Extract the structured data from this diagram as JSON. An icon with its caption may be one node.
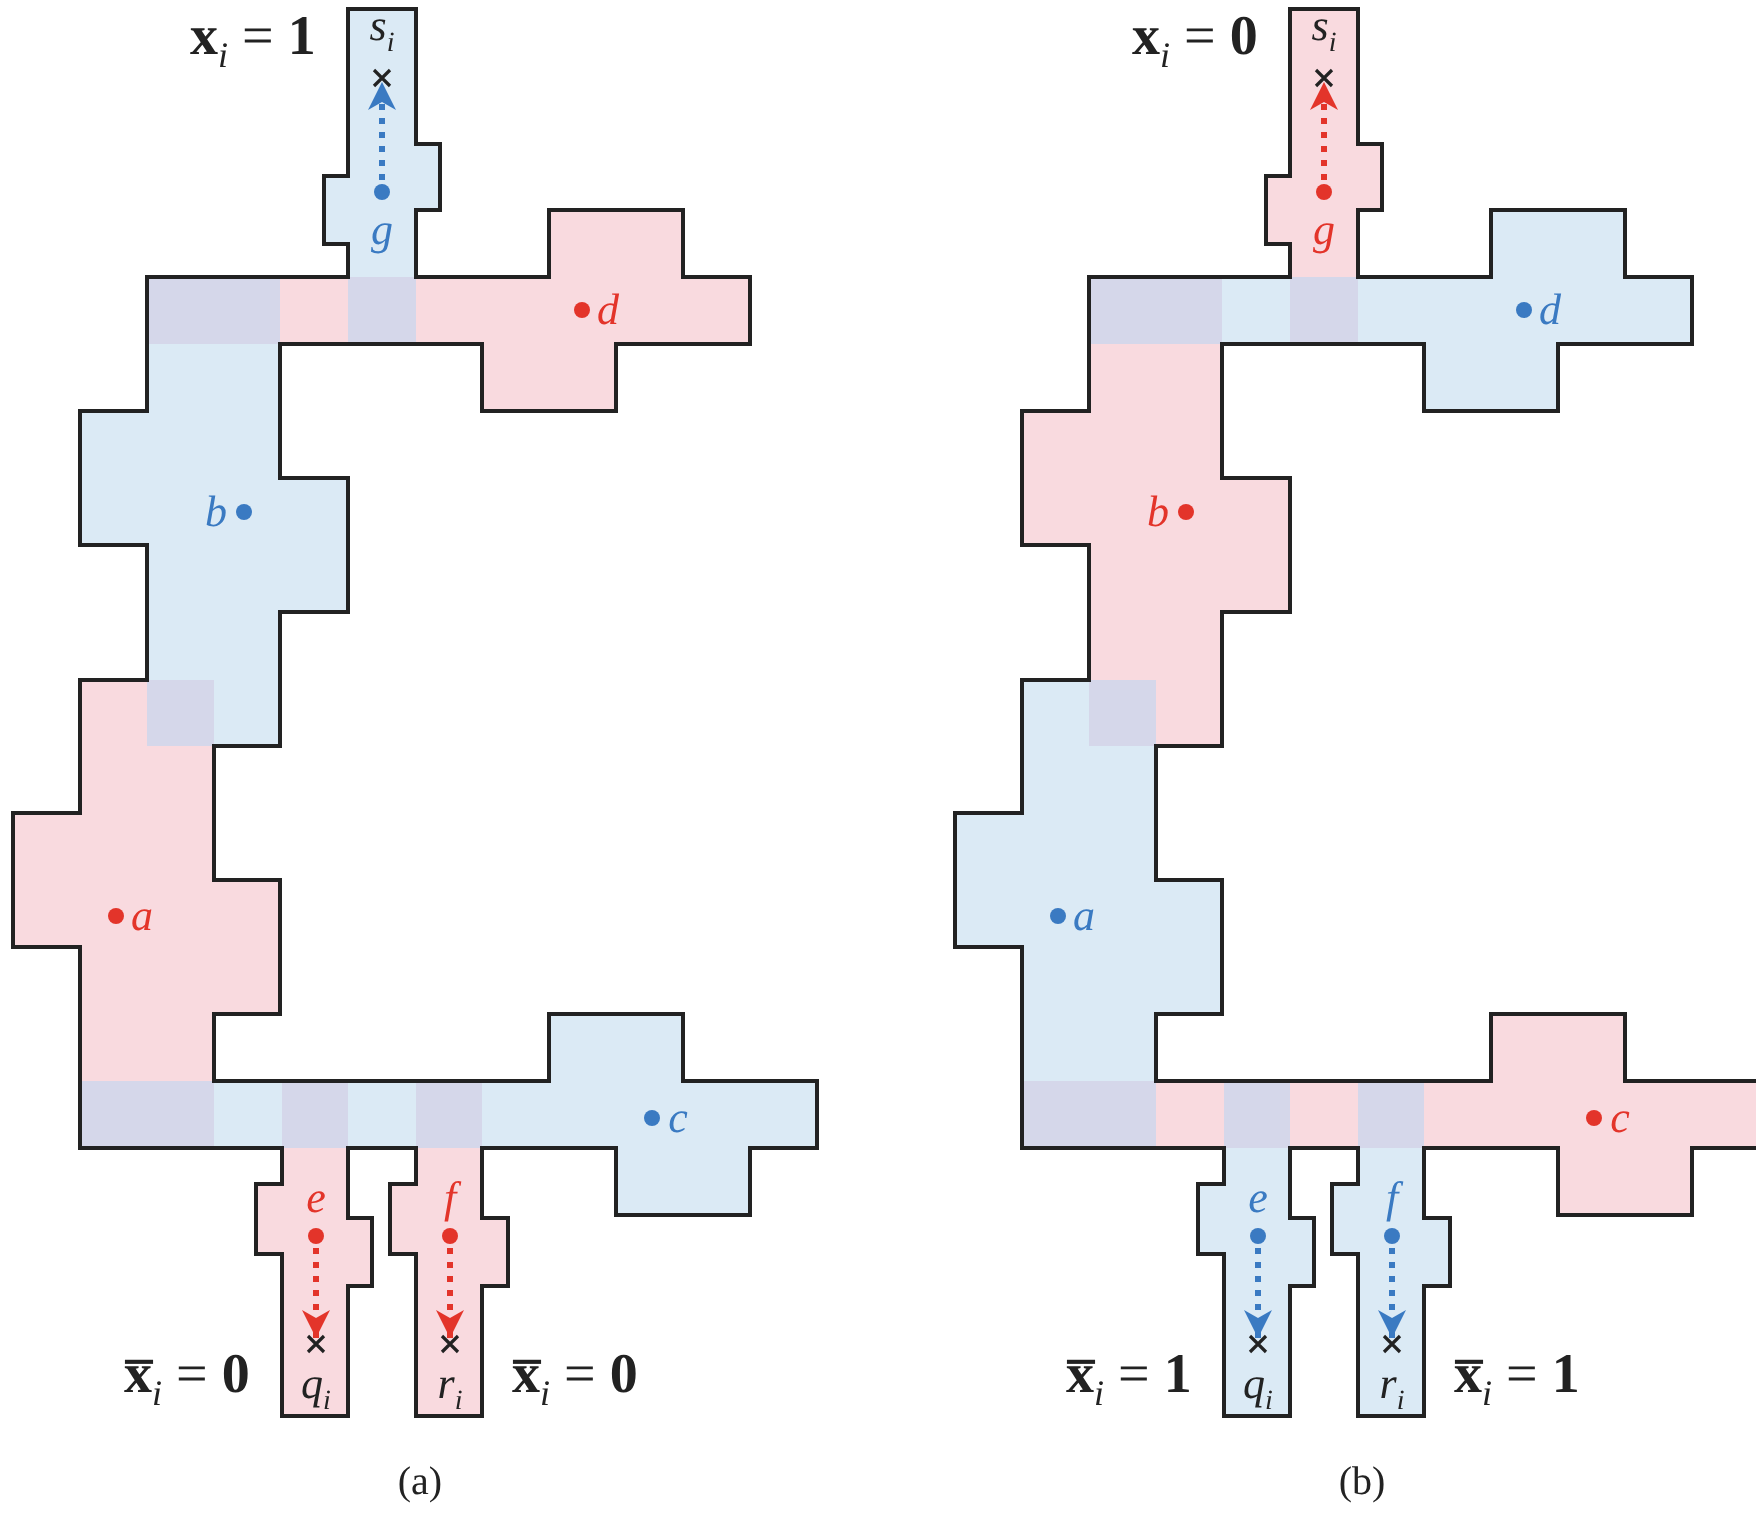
{
  "diagram": {
    "nodes": [
      {
        "text": [
          "s$_{i}$"
        ]
      },
      {
        "text": [
          "g"
        ]
      },
      {
        "text": [
          "d"
        ]
      },
      {
        "text": [
          "b"
        ]
      },
      {
        "text": [
          "a"
        ]
      },
      {
        "text": [
          "c"
        ]
      },
      {
        "text": [
          "e"
        ]
      },
      {
        "text": [
          "f"
        ]
      },
      {
        "text": [
          "q$_{i}$"
        ]
      },
      {
        "text": [
          "r$_{i}$"
        ]
      },
      {
        "text": [
          "s$_{i}$"
        ]
      },
      {
        "text": [
          "g"
        ]
      },
      {
        "text": [
          "d"
        ]
      },
      {
        "text": [
          "b"
        ]
      },
      {
        "text": [
          "a"
        ]
      },
      {
        "text": [
          "c"
        ]
      },
      {
        "text": [
          "e"
        ]
      },
      {
        "text": [
          "f"
        ]
      },
      {
        "text": [
          "q$_{i}$"
        ]
      },
      {
        "text": [
          "r$_{i}$"
        ]
      }
    ],
    "edges": [
      {
        "from": 1,
        "to": 0,
        "arrow": "to",
        "style": "dashed",
        "color": "#3a7ac2"
      },
      {
        "from": 6,
        "to": 8,
        "arrow": "to",
        "style": "dashed",
        "color": "#e3342a"
      },
      {
        "from": 7,
        "to": 9,
        "arrow": "to",
        "style": "dashed",
        "color": "#e3342a"
      },
      {
        "from": 11,
        "to": 10,
        "arrow": "to",
        "style": "dashed",
        "color": "#e3342a"
      },
      {
        "from": 16,
        "to": 18,
        "arrow": "to",
        "style": "dashed",
        "color": "#3a7ac2"
      },
      {
        "from": 17,
        "to": 19,
        "arrow": "to",
        "style": "dashed",
        "color": "#3a7ac2"
      }
    ],
    "labels": [
      "**x**$_{i}$ = **1**",
      "**x̅**$_{i}$ = **0**",
      "**x̅**$_{i}$ = **0**",
      "(a)",
      "**x**$_{i}$ = **0**",
      "**x̅**$_{i}$ = **1**",
      "**x̅**$_{i}$ = **1**",
      "(b)"
    ]
  }
}
